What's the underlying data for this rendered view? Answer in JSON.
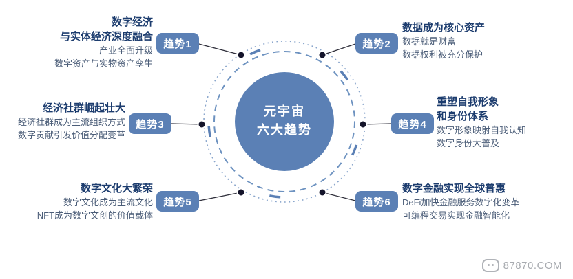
{
  "center": {
    "lines": [
      "元宇宙",
      "六大趋势"
    ]
  },
  "trends": [
    {
      "badge": "趋势1",
      "title_lines": [
        "数字经济",
        "与实体经济深度融合"
      ],
      "desc_lines": [
        "产业全面升级",
        "数字资产与实物资产孪生"
      ]
    },
    {
      "badge": "趋势2",
      "title_lines": [
        "数据成为核心资产"
      ],
      "desc_lines": [
        "数据就是财富",
        "数据权利被充分保护"
      ]
    },
    {
      "badge": "趋势3",
      "title_lines": [
        "经济社群崛起壮大"
      ],
      "desc_lines": [
        "经济社群成为主流组织方式",
        "数字贡献引发价值分配变革"
      ]
    },
    {
      "badge": "趋势4",
      "title_lines": [
        "重塑自我形象",
        "和身份体系"
      ],
      "desc_lines": [
        "数字形象映射自我认知",
        "数字身份大普及"
      ]
    },
    {
      "badge": "趋势5",
      "title_lines": [
        "数字文化大繁荣"
      ],
      "desc_lines": [
        "数字文化成为主流文化",
        "NFT成为数字文创的价值载体"
      ]
    },
    {
      "badge": "趋势6",
      "title_lines": [
        "数字金融实现全球普惠"
      ],
      "desc_lines": [
        "DeFi加快金融服务数字化变革",
        "可编程交易实现金融智能化"
      ]
    }
  ],
  "watermark": {
    "text": "87870.COM"
  },
  "colors": {
    "primary_blue": "#5b80b5",
    "ring_blue": "#8aa6cc",
    "title_navy": "#1c3c6e",
    "desc_gray_blue": "#4b5d78",
    "dot_dark": "#14142a",
    "watermark_gray": "#a8abb0"
  }
}
